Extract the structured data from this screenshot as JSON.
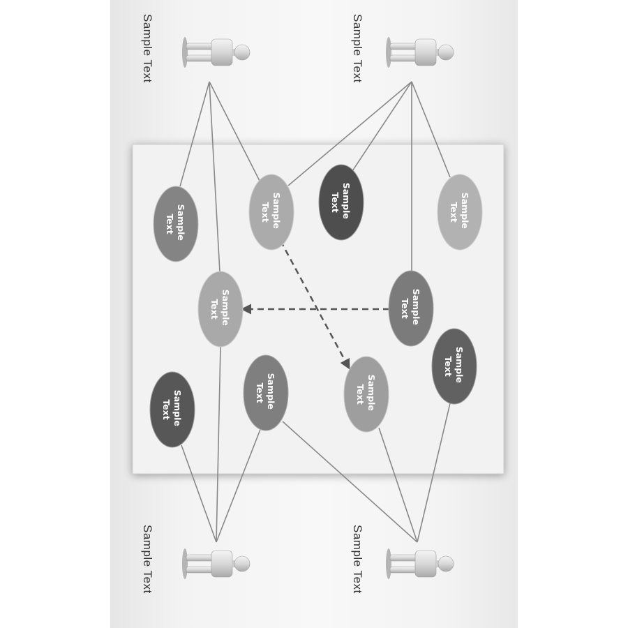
{
  "people": [
    {
      "id": "top-left",
      "label": "Sample Text"
    },
    {
      "id": "top-right",
      "label": "Sample Text"
    },
    {
      "id": "bottom-left",
      "label": "Sample Text"
    },
    {
      "id": "bottom-right",
      "label": "Sample Text"
    }
  ],
  "ovals": [
    {
      "line1": "Sample",
      "line2": "Text",
      "fill": "#848484"
    },
    {
      "line1": "Sample",
      "line2": "Text",
      "fill": "#ababab"
    },
    {
      "line1": "Sample",
      "line2": "Text",
      "fill": "#4e4e4e"
    },
    {
      "line1": "Sample",
      "line2": "Text",
      "fill": "#b2b2b2"
    },
    {
      "line1": "Sample",
      "line2": "Text",
      "fill": "#a9a9a9"
    },
    {
      "line1": "Sample",
      "line2": "Text",
      "fill": "#7b7b7b"
    },
    {
      "line1": "Sample",
      "line2": "Text",
      "fill": "#575757"
    },
    {
      "line1": "Sample",
      "line2": "Text",
      "fill": "#7f7f7f"
    },
    {
      "line1": "Sample",
      "line2": "Text",
      "fill": "#9e9e9e"
    },
    {
      "line1": "Sample",
      "line2": "Text",
      "fill": "#616161"
    }
  ],
  "colors": {
    "connector_line": "#888888",
    "dashed_arrow": "#555555",
    "panel_fill": "#f2f2f2",
    "person_icon": "#cfcfcf"
  }
}
